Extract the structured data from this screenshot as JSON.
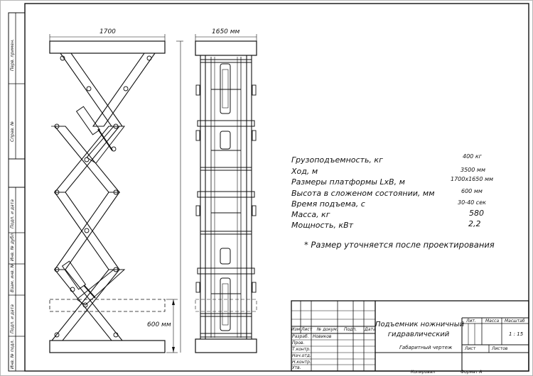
{
  "dimensions": {
    "left_width": "1700",
    "right_width": "1650 мм",
    "folded_height": "600 мм"
  },
  "specs": [
    {
      "label": "Грузоподъемность, кг",
      "value": "400 кг"
    },
    {
      "label": "Ход, м",
      "value": "3500 мм"
    },
    {
      "label": "Размеры платформы LxB, м",
      "value": "1700x1650 мм"
    },
    {
      "label": "Высота в сложеном состоянии, мм",
      "value": "600 мм"
    },
    {
      "label": "Время подъема, с",
      "value": "30-40 сек"
    },
    {
      "label": "Масса, кг",
      "value": "580"
    },
    {
      "label": "Мощность, кВт",
      "value": "2,2"
    }
  ],
  "note": "* Размер уточняется после проектирования",
  "title_block": {
    "title_line1": "Подъемник ножничный",
    "title_line2": "гидравлический",
    "subtitle": "Габаритный чертеж",
    "col_izm": "Изм.",
    "col_list": "Лист",
    "col_doc": "№ докум.",
    "col_podp": "Подп.",
    "col_data": "Дата",
    "row_razrab": "Разраб.",
    "razrab_name": "Новиков",
    "row_prov": "Пров.",
    "row_tkontr": "Т.контр.",
    "row_nkontr": "Н.контр.",
    "row_nach": "Нач.отд.",
    "row_utv": "Утв.",
    "lit": "Лит.",
    "massa": "Масса",
    "masshtab": "Масштаб",
    "scale_value": "1 : 15",
    "sheet": "Лист",
    "sheets": "Листов",
    "copied": "Копировал",
    "format": "Формат A"
  },
  "side_labels": {
    "perv": "Перв. примен.",
    "sprav": "Справ. №",
    "podp1": "Подп. и дата",
    "inv_dubl": "Инв. № дубл.",
    "vzam": "Взам. инв. №",
    "podp2": "Подп. и дата",
    "inv_podl": "Инв. № подл."
  }
}
